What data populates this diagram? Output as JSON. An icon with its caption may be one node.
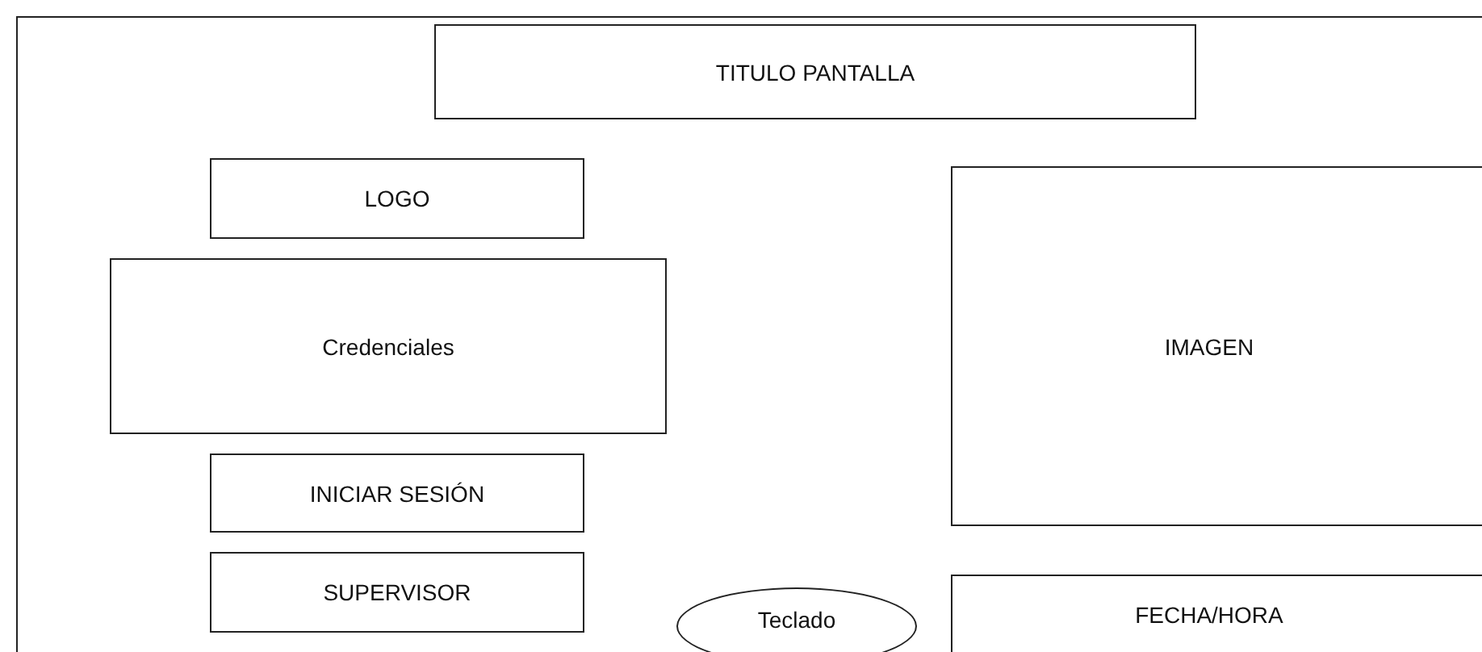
{
  "diagram": {
    "nodes": [
      {
        "text": [
          "TITULO PANTALLA"
        ]
      },
      {
        "text": [
          "LOGO"
        ]
      },
      {
        "text": [
          "Credenciales"
        ]
      },
      {
        "text": [
          "INICIAR SESIÓN"
        ]
      },
      {
        "text": [
          "SUPERVISOR"
        ]
      },
      {
        "text": [
          "IMAGEN"
        ]
      },
      {
        "text": [
          "Teclado"
        ]
      },
      {
        "text": [
          "FECHA/HORA"
        ]
      }
    ]
  }
}
